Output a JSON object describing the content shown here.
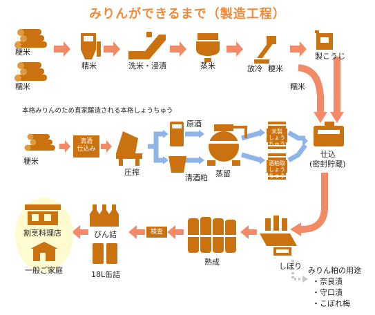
{
  "title": "みりんができるまで（製造工程）",
  "colors": {
    "title": "#f08a3a",
    "icon_brown": "#c9720f",
    "arrow_salmon": "#f28a68",
    "arrow_blue": "#8fb4e8",
    "panel_bg": "#f6efcf",
    "halo": "#fffbd0"
  },
  "labels": {
    "uruchi_mai": "粳米",
    "mochi_mai": "糯米",
    "seimai": "精米",
    "senmai": "洗米・浸漬",
    "jomai": "蒸米",
    "horei": "放冷",
    "horei_rice": "粳米",
    "seikoji": "製こうじ",
    "mochi_mai2": "糯米",
    "shikomi_line1": "仕込",
    "shikomi_line2": "(密封貯蔵)",
    "shiburi": "しぼり",
    "jukusei": "熟成",
    "kensa": "検査",
    "binzume": "びん詰",
    "kanzume": "18L缶詰",
    "kappo": "割烹料理店",
    "katei": "一般ご家庭"
  },
  "panel": {
    "title": "本格みりんのため直家醸造される本格しょうちゅう",
    "uruchi_mai": "粳米",
    "seishu_line1": "清酒",
    "seishu_line2": "仕込み",
    "assaku": "圧搾",
    "genshu": "原酒",
    "seishu_kasu": "清酒粕",
    "joryu": "蒸留",
    "komeshochu_top": "米製",
    "komeshochu_bottom": "しょうちゅう",
    "kasutori_top": "酒粕取",
    "kasutori_bottom": "しょうちゅう"
  },
  "uses": {
    "heading": "みりん粕の用途",
    "items": [
      "・奈良漬",
      "・守口漬",
      "・こぼれ梅"
    ]
  }
}
